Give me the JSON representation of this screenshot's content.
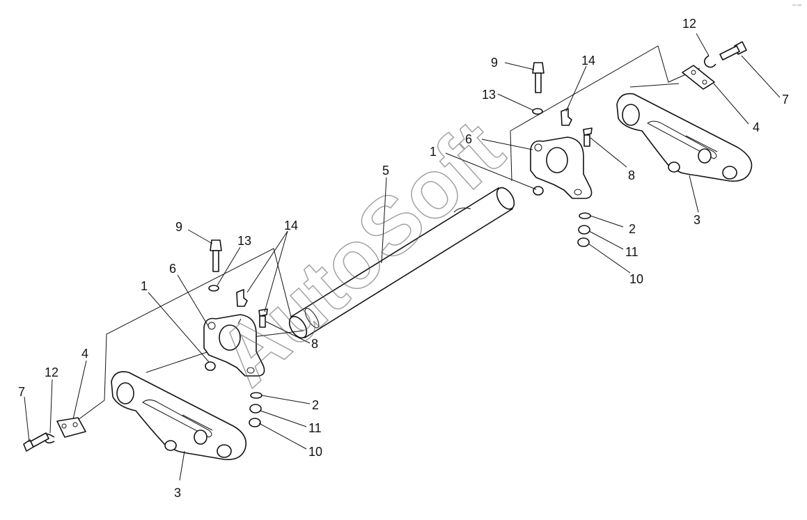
{
  "diagram": {
    "watermark": "AutoSoft",
    "corner_mark": "ᴬˢ ᵒᵒᵒ",
    "callouts": {
      "left": {
        "c1": "1",
        "c2": "2",
        "c3": "3",
        "c4": "4",
        "c6": "6",
        "c7": "7",
        "c8": "8",
        "c9": "9",
        "c10": "10",
        "c11": "11",
        "c12": "12",
        "c13": "13",
        "c14": "14"
      },
      "center": {
        "c5": "5"
      },
      "right": {
        "c1": "1",
        "c2": "2",
        "c3": "3",
        "c4": "4",
        "c6": "6",
        "c7": "7",
        "c8": "8",
        "c9": "9",
        "c10": "10",
        "c11": "11",
        "c12": "12",
        "c13": "13",
        "c14": "14"
      }
    }
  }
}
